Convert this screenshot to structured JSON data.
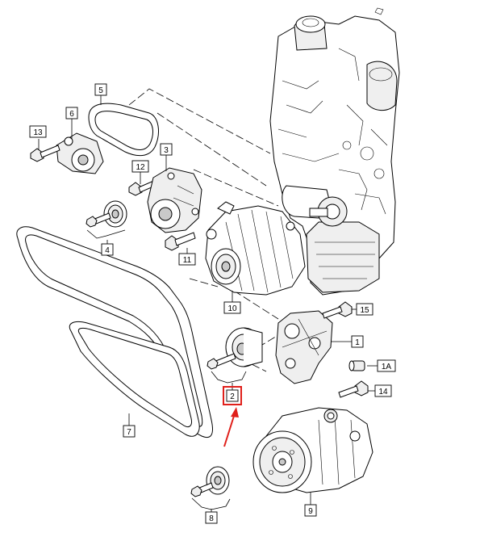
{
  "callouts": {
    "c1": "1",
    "c1A": "1A",
    "c2": "2",
    "c3": "3",
    "c4": "4",
    "c5": "5",
    "c6": "6",
    "c7": "7",
    "c8": "8",
    "c9": "9",
    "c10": "10",
    "c11": "11",
    "c12": "12",
    "c13": "13",
    "c14": "14",
    "c15": "15"
  },
  "highlight": {
    "part": "2",
    "color": "#e0201b"
  }
}
